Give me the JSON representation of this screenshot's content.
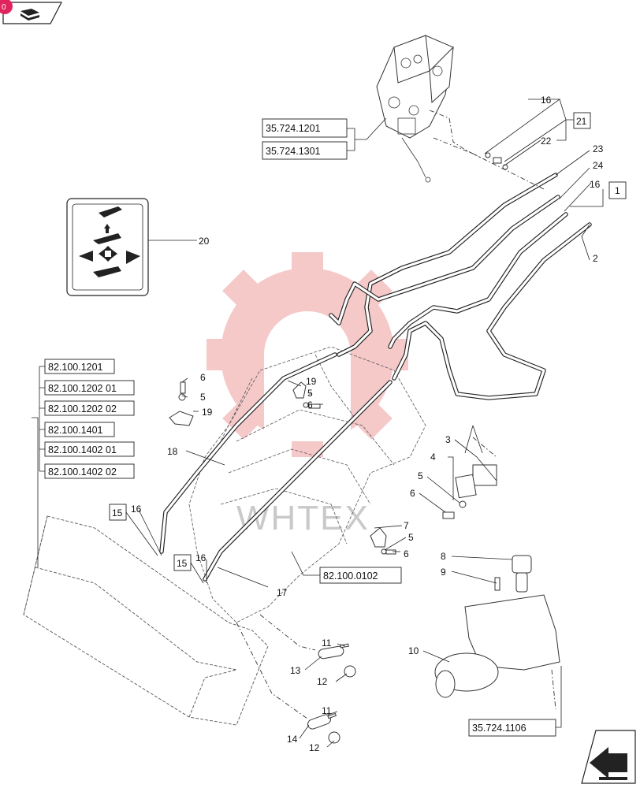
{
  "nav": {
    "badge_text": "0",
    "back_icon": "book-arrow-icon",
    "next_icon": "arrow-forward-icon"
  },
  "watermark": {
    "text": "WHTEX"
  },
  "references": [
    {
      "id": "ref-35-724-1201",
      "text": "35.724.1201"
    },
    {
      "id": "ref-35-724-1301",
      "text": "35.724.1301"
    },
    {
      "id": "ref-82-100-1201",
      "text": "82.100.1201"
    },
    {
      "id": "ref-82-100-1202-01",
      "text": "82.100.1202 01"
    },
    {
      "id": "ref-82-100-1202-02",
      "text": "82.100.1202 02"
    },
    {
      "id": "ref-82-100-1401",
      "text": "82.100.1401"
    },
    {
      "id": "ref-82-100-1402-01",
      "text": "82.100.1402 01"
    },
    {
      "id": "ref-82-100-1402-02",
      "text": "82.100.1402 02"
    },
    {
      "id": "ref-82-100-0102",
      "text": "82.100.0102"
    },
    {
      "id": "ref-35-724-1106",
      "text": "35.724.1106"
    }
  ],
  "boxed_labels": [
    "21",
    "1",
    "15",
    "15"
  ],
  "part_labels": [
    "16",
    "22",
    "23",
    "24",
    "16",
    "2",
    "20",
    "6",
    "5",
    "19",
    "19",
    "5",
    "6",
    "18",
    "16",
    "16",
    "17",
    "3",
    "4",
    "5",
    "6",
    "7",
    "5",
    "6",
    "8",
    "9",
    "10",
    "11",
    "13",
    "12",
    "11",
    "14",
    "12"
  ],
  "colors": {
    "line": "#222222",
    "watermark_red": "#f4b8b8",
    "background": "#ffffff"
  }
}
